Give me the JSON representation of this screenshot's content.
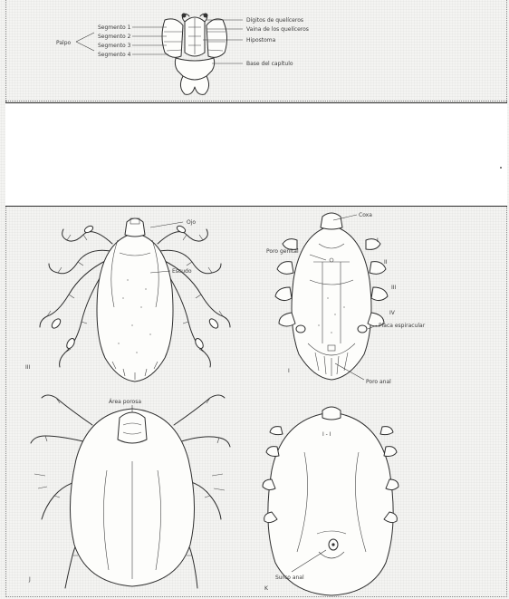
{
  "capitulum_figure": {
    "palp_label": "Palpo",
    "segment_labels": [
      "Segmento 1",
      "Segmento 2",
      "Segmento 3",
      "Segmento 4"
    ],
    "right_labels": [
      "Dígitos de quelíceros",
      "Vaina de los quelíceros",
      "Hipostoma",
      "Base del capítulo"
    ]
  },
  "hard_tick_figures": {
    "dorsal_labels": [
      "Ojo",
      "Escudo"
    ],
    "panel_numeral": "III",
    "ventral_labels": {
      "coxa": "Coxa",
      "genital_pore": "Poro genital",
      "leg_numerals": [
        "I",
        "II",
        "III",
        "IV"
      ],
      "stigmal_plate": "Placa espiracular",
      "anal_pore": "Poro anal",
      "left_numeral": "I"
    }
  },
  "soft_tick_figures": {
    "dorsal_label": "Área porosa",
    "ventral_label": "Surco anal",
    "panel_numeral": "J",
    "ventral_numeral": "K",
    "ventral_mark": "I - I"
  },
  "colors": {
    "ink": "#2e2e2e",
    "paper": "#f4f4f2",
    "blank_panel": "#ffffff"
  }
}
